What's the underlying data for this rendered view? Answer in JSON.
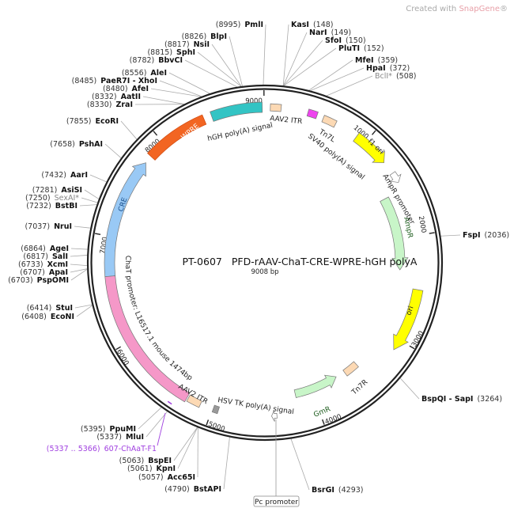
{
  "watermark": {
    "prefix": "Created with ",
    "brand": "SnapGene",
    "suffix": "®"
  },
  "plasmid": {
    "id": "PT-0607",
    "name": "PFD-rAAV-ChaT-CRE-WPRE-hGH polyA",
    "length_label": "9008 bp",
    "length_bp": 9008
  },
  "ticks": [
    "1000",
    "2000",
    "3000",
    "4000",
    "5000",
    "6000",
    "7000",
    "8000",
    "9000"
  ],
  "enzymes": [
    {
      "name": "PmlI",
      "pos": "(8995)",
      "bp": 8995
    },
    {
      "name": "BlpI",
      "pos": "(8826)",
      "bp": 8826
    },
    {
      "name": "NsiI",
      "pos": "(8817)",
      "bp": 8817
    },
    {
      "name": "SphI",
      "pos": "(8815)",
      "bp": 8815
    },
    {
      "name": "BbvCI",
      "pos": "(8782)",
      "bp": 8782
    },
    {
      "name": "AleI",
      "pos": "(8556)",
      "bp": 8556
    },
    {
      "name": "PaeR7I - XhoI",
      "pos": "(8485)",
      "bp": 8485
    },
    {
      "name": "AfeI",
      "pos": "(8480)",
      "bp": 8480
    },
    {
      "name": "AatII",
      "pos": "(8332)",
      "bp": 8332
    },
    {
      "name": "ZraI",
      "pos": "(8330)",
      "bp": 8330
    },
    {
      "name": "EcoRI",
      "pos": "(7855)",
      "bp": 7855
    },
    {
      "name": "PshAI",
      "pos": "(7658)",
      "bp": 7658
    },
    {
      "name": "AarI",
      "pos": "(7432)",
      "bp": 7432
    },
    {
      "name": "AsiSI",
      "pos": "(7281)",
      "bp": 7281
    },
    {
      "name": "SexAI*",
      "pos": "(7250)",
      "bp": 7250,
      "gray": true
    },
    {
      "name": "BstBI",
      "pos": "(7232)",
      "bp": 7232
    },
    {
      "name": "NruI",
      "pos": "(7037)",
      "bp": 7037
    },
    {
      "name": "AgeI",
      "pos": "(6864)",
      "bp": 6864
    },
    {
      "name": "SalI",
      "pos": "(6817)",
      "bp": 6817
    },
    {
      "name": "XcmI",
      "pos": "(6733)",
      "bp": 6733
    },
    {
      "name": "ApaI",
      "pos": "(6707)",
      "bp": 6707
    },
    {
      "name": "PspOMI",
      "pos": "(6703)",
      "bp": 6703
    },
    {
      "name": "StuI",
      "pos": "(6414)",
      "bp": 6414
    },
    {
      "name": "EcoNI",
      "pos": "(6408)",
      "bp": 6408
    },
    {
      "name": "PpuMI",
      "pos": "(5395)",
      "bp": 5395
    },
    {
      "name": "MluI",
      "pos": "(5337)",
      "bp": 5337
    },
    {
      "name": "BspEI",
      "pos": "(5063)",
      "bp": 5063
    },
    {
      "name": "KpnI",
      "pos": "(5061)",
      "bp": 5061
    },
    {
      "name": "Acc65I",
      "pos": "(5057)",
      "bp": 5057
    },
    {
      "name": "BstAPI",
      "pos": "(4790)",
      "bp": 4790
    },
    {
      "name": "KasI",
      "pos": "(148)",
      "bp": 148
    },
    {
      "name": "NarI",
      "pos": "(149)",
      "bp": 149
    },
    {
      "name": "SfoI",
      "pos": "(150)",
      "bp": 150
    },
    {
      "name": "PluTI",
      "pos": "(152)",
      "bp": 152
    },
    {
      "name": "MfeI",
      "pos": "(359)",
      "bp": 359
    },
    {
      "name": "HpaI",
      "pos": "(372)",
      "bp": 372
    },
    {
      "name": "BclI*",
      "pos": "(508)",
      "bp": 508,
      "gray": true
    },
    {
      "name": "FspI",
      "pos": "(2036)",
      "bp": 2036
    },
    {
      "name": "BspQI - SapI",
      "pos": "(3264)",
      "bp": 3264
    },
    {
      "name": "BsrGI",
      "pos": "(4293)",
      "bp": 4293
    }
  ],
  "primer": {
    "range": "(5337 .. 5366)",
    "name": "607-ChAaT-F1",
    "color": "#a040e0"
  },
  "features": {
    "aav2_itr_top": {
      "label": "AAV2 ITR",
      "color": "#fcd9b4"
    },
    "hgh": {
      "label": "hGH poly(A) signal",
      "color": "#33c4c4"
    },
    "wpre": {
      "label": "WPRE",
      "color": "#f26522"
    },
    "cre": {
      "label": "CRE",
      "color": "#99c9f5"
    },
    "chat": {
      "label": "ChaT promoter: L16517.1   mouse   1474bp",
      "color": "#f598c8"
    },
    "aav2_itr_bottom": {
      "label": "AAV2 ITR",
      "color": "#fcd9b4"
    },
    "hsv": {
      "label": "HSV TK poly(A) signal",
      "color": "#999999"
    },
    "pc": {
      "label": "Pc promoter",
      "color": "#ffffff"
    },
    "gmr": {
      "label": "GmR",
      "color": "#c8f5c8"
    },
    "tn7r": {
      "label": "Tn7R",
      "color": "#fcd9b4"
    },
    "ori": {
      "label": "ori",
      "color": "#ffff00"
    },
    "ampr": {
      "label": "AmpR",
      "color": "#c8f5c8"
    },
    "ampr_prom": {
      "label": "AmpR promoter",
      "color": "#ffffff"
    },
    "f1ori": {
      "label": "f1 ori",
      "color": "#ffff00"
    },
    "tn7l": {
      "label": "Tn7L",
      "color": "#fcd9b4"
    },
    "sv40": {
      "label": "SV40 poly(A) signal",
      "color": "#ee44ee"
    }
  }
}
